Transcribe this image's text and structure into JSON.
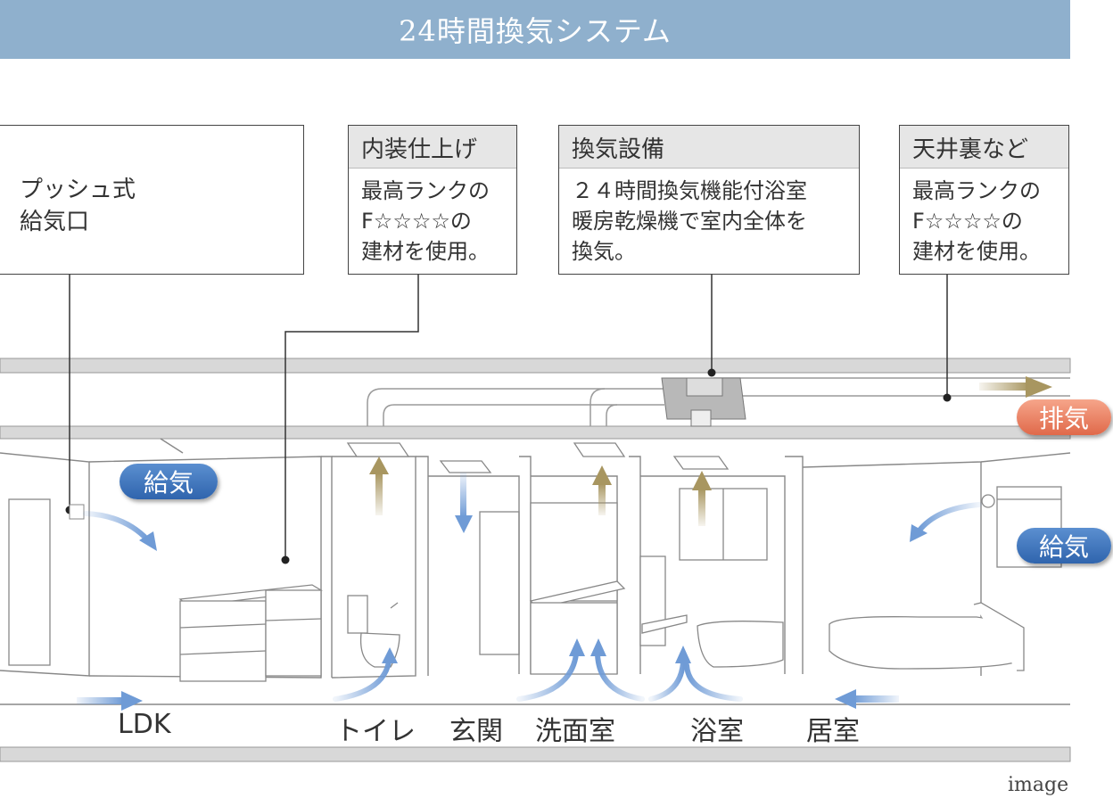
{
  "title": "24時間換気システム",
  "push_supply": {
    "label": "プッシュ式\n給気口"
  },
  "callouts": [
    {
      "head": "内装仕上げ",
      "body": "最高ランクの\nF☆☆☆☆の\n建材を使用。"
    },
    {
      "head": "換気設備",
      "body": "２４時間換気機能付浴室\n暖房乾燥機で室内全体を\n換気。"
    },
    {
      "head": "天井裏など",
      "body": "最高ランクの\nF☆☆☆☆の\n建材を使用。"
    }
  ],
  "badges": {
    "supply_left": "給気",
    "supply_right": "給気",
    "exhaust": "排気"
  },
  "rooms": [
    "LDK",
    "トイレ",
    "玄関",
    "洗面室",
    "浴室",
    "居室"
  ],
  "credit": "image",
  "colors": {
    "banner": "#8fb0cd",
    "supply_arrow": "#6f9bd6",
    "exhaust_arrow": "#a89660",
    "supply_badge": "#2f64ad",
    "exhaust_badge": "#e0694a"
  }
}
